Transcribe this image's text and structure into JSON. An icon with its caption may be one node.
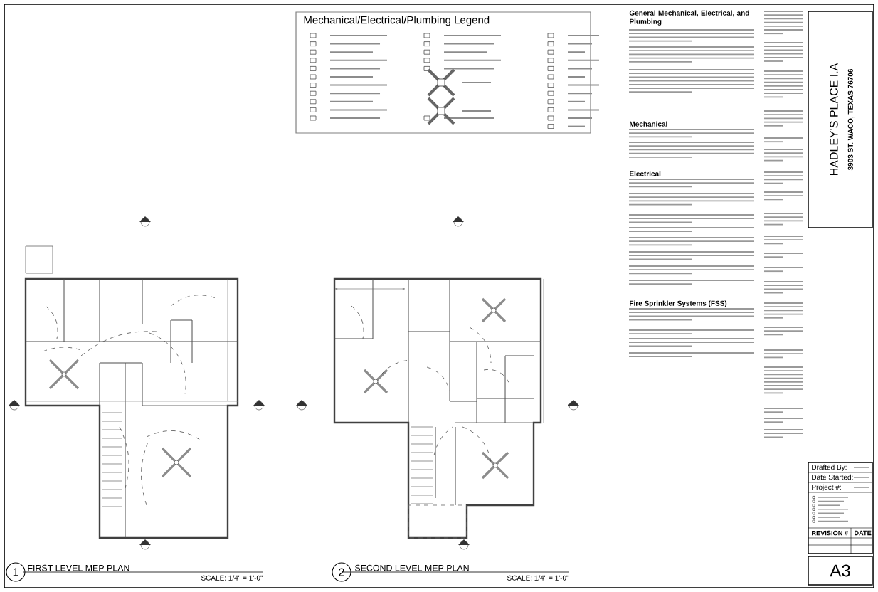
{
  "diagram": {
    "nodes": [
      {
        "text": [
          "Mechanical/Electrical/Plumbing Legend"
        ]
      },
      {
        "text": [
          "HADLEY'S PLACE I.A",
          "3903 ST. WACO, TEXAS 76706"
        ]
      },
      {
        "text": [
          "A3"
        ]
      }
    ],
    "labels": [
      "General Mechanical, Electrical, and Plumbing",
      "Mechanical",
      "Electrical",
      "Fire Sprinkler Systems (FSS)",
      "Drafted By:",
      "Date Started:",
      "Project #:",
      "REVISION #",
      "DATE",
      "1",
      "FIRST LEVEL MEP PLAN",
      "SCALE: 1/4\" = 1'-0\"",
      "2",
      "SECOND LEVEL MEP PLAN",
      "SCALE: 1/4\" = 1'-0\""
    ]
  }
}
